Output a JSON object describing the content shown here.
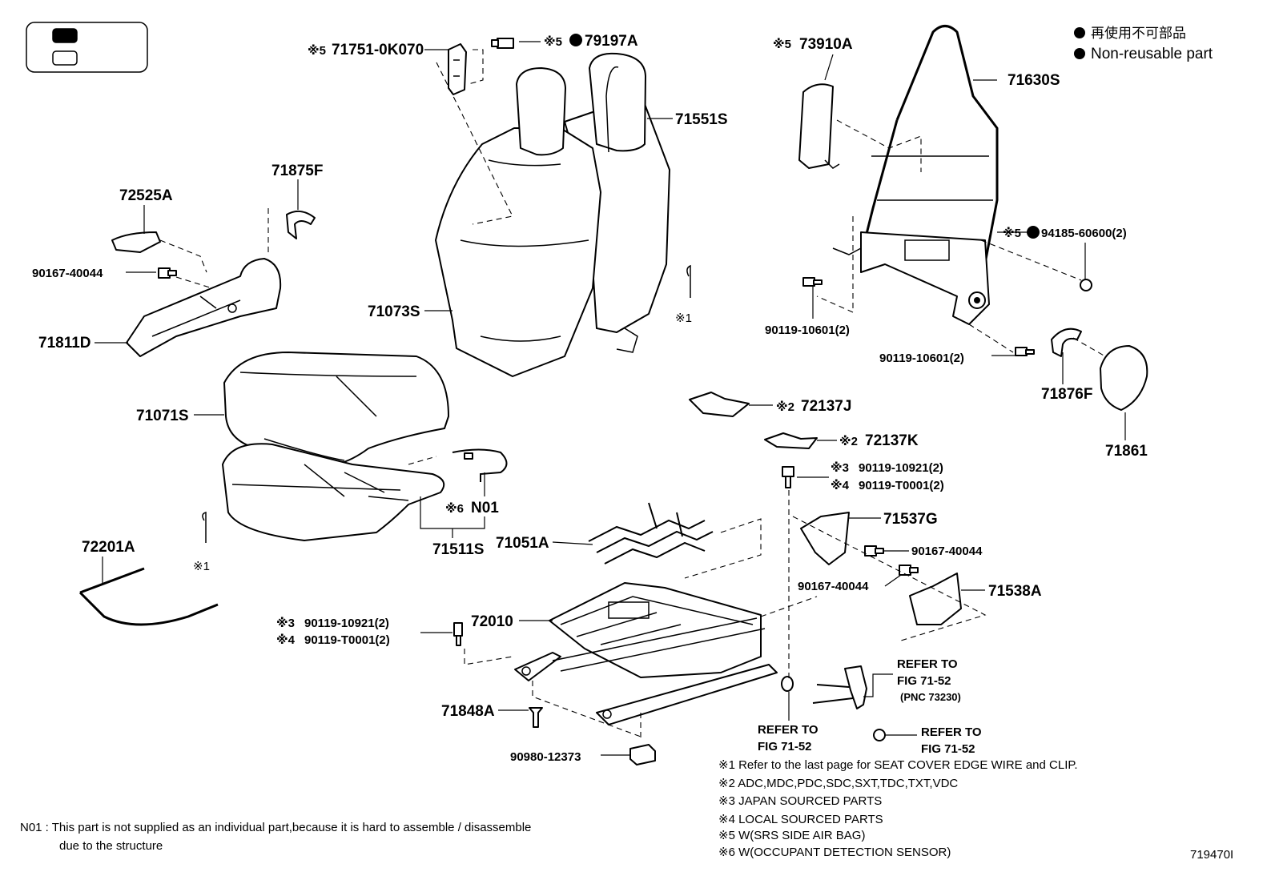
{
  "legend": {
    "jp": "再使用不可部品",
    "en": "Non-reusable part"
  },
  "parts": {
    "p71751": {
      "prefix": "※5",
      "no": "71751-0K070"
    },
    "p79197": {
      "prefix": "※5",
      "no": "79197A"
    },
    "p73910": {
      "prefix": "※5",
      "no": "73910A"
    },
    "p71630": {
      "no": "71630S"
    },
    "p71551": {
      "no": "71551S"
    },
    "p71875": {
      "no": "71875F"
    },
    "p72525": {
      "no": "72525A"
    },
    "p90167a": {
      "no": "90167-40044"
    },
    "p71811": {
      "no": "71811D"
    },
    "p71073": {
      "no": "71073S"
    },
    "clip1": {
      "no": "※1"
    },
    "p94185": {
      "prefix": "※5",
      "no": "94185-60600(2)"
    },
    "p90119a": {
      "no": "90119-10601(2)"
    },
    "p90119b": {
      "no": "90119-10601(2)"
    },
    "p71876": {
      "no": "71876F"
    },
    "p71861": {
      "no": "71861"
    },
    "p72137j": {
      "prefix": "※2",
      "no": "72137J"
    },
    "p72137k": {
      "prefix": "※2",
      "no": "72137K"
    },
    "p71071": {
      "no": "71071S"
    },
    "pn01": {
      "prefix": "※6",
      "no": "N01"
    },
    "p71511": {
      "no": "71511S"
    },
    "p90119c": {
      "prefix": "※3",
      "no": "90119-10921(2)"
    },
    "p90119d": {
      "prefix": "※4",
      "no": "90119-T0001(2)"
    },
    "p71537": {
      "no": "71537G"
    },
    "p71051": {
      "no": "71051A"
    },
    "p90167b": {
      "no": "90167-40044"
    },
    "p90167c": {
      "no": "90167-40044"
    },
    "p71538": {
      "no": "71538A"
    },
    "p72201": {
      "no": "72201A"
    },
    "clip2": {
      "no": "※1"
    },
    "p72010": {
      "no": "72010"
    },
    "p90119e": {
      "prefix": "※3",
      "no": "90119-10921(2)"
    },
    "p90119f": {
      "prefix": "※4",
      "no": "90119-T0001(2)"
    },
    "p71848": {
      "no": "71848A"
    },
    "p90980": {
      "no": "90980-12373"
    }
  },
  "refers": {
    "r1": {
      "line1": "REFER TO",
      "line2": "FIG 71-52",
      "line3": "(PNC 73230)"
    },
    "r2": {
      "line1": "REFER TO",
      "line2": "FIG 71-52"
    },
    "r3": {
      "line1": "REFER TO",
      "line2": "FIG 71-52"
    }
  },
  "footnotes": [
    "※1  Refer to the last page for SEAT COVER EDGE WIRE and CLIP.",
    "※2  ADC,MDC,PDC,SDC,SXT,TDC,TXT,VDC",
    "※3  JAPAN SOURCED PARTS",
    "※4  LOCAL SOURCED PARTS",
    "※5  W(SRS SIDE AIR BAG)",
    "※6  W(OCCUPANT DETECTION SENSOR)"
  ],
  "n01_note": {
    "line1": "N01 : This part is not supplied as an individual part,because it is hard to assemble / disassemble",
    "line2": "due to the structure"
  },
  "figure_id": "719470I"
}
